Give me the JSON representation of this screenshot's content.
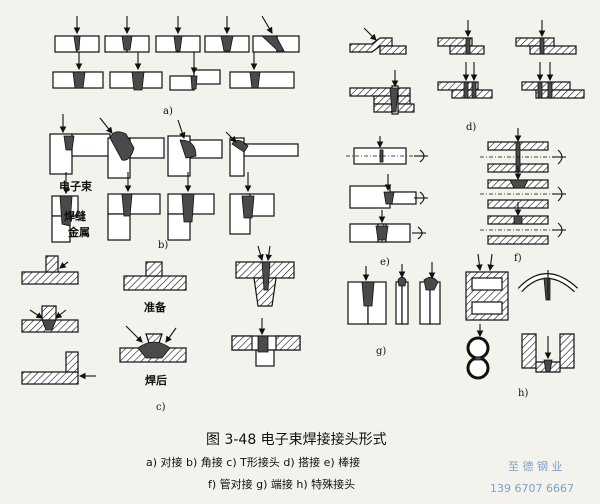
{
  "groups": {
    "a": "a)",
    "b": "b)",
    "c": "c)",
    "d": "d)",
    "e": "e)",
    "f": "f)",
    "g": "g)",
    "h": "h)"
  },
  "labels": {
    "beam": "电子束",
    "weld_metal_1": "焊缝",
    "weld_metal_2": "金属",
    "prep": "准备",
    "after": "焊后"
  },
  "caption": {
    "title": "图 3-48    电子束焊接接头形式",
    "legend_1": "a) 对接   b) 角接   c) T形接头   d) 搭接   e) 棒接",
    "legend_2": "f) 管对接   g) 端接   h) 特殊接头"
  },
  "watermark": {
    "line1": "至 德 钢 业",
    "line2": "139 6707 6667",
    "color": "#7fa0c8"
  }
}
